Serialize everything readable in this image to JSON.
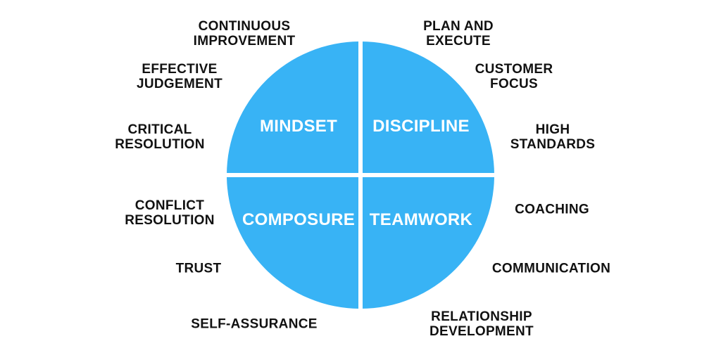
{
  "colors": {
    "quadrant_fill": "#38b3f5",
    "divider": "#ffffff",
    "text_dark": "#111111",
    "text_light": "#ffffff"
  },
  "quadrants": {
    "mindset": "MINDSET",
    "discipline": "DISCIPLINE",
    "composure": "COMPOSURE",
    "teamwork": "TEAMWORK"
  },
  "left_skills": [
    "CONTINUOUS\nIMPROVEMENT",
    "EFFECTIVE\nJUDGEMENT",
    "CRITICAL\nRESOLUTION",
    "CONFLICT\nRESOLUTION",
    "TRUST",
    "SELF-ASSURANCE"
  ],
  "right_skills": [
    "PLAN AND\nEXECUTE",
    "CUSTOMER\nFOCUS",
    "HIGH\nSTANDARDS",
    "COACHING",
    "COMMUNICATION",
    "RELATIONSHIP\nDEVELOPMENT"
  ]
}
